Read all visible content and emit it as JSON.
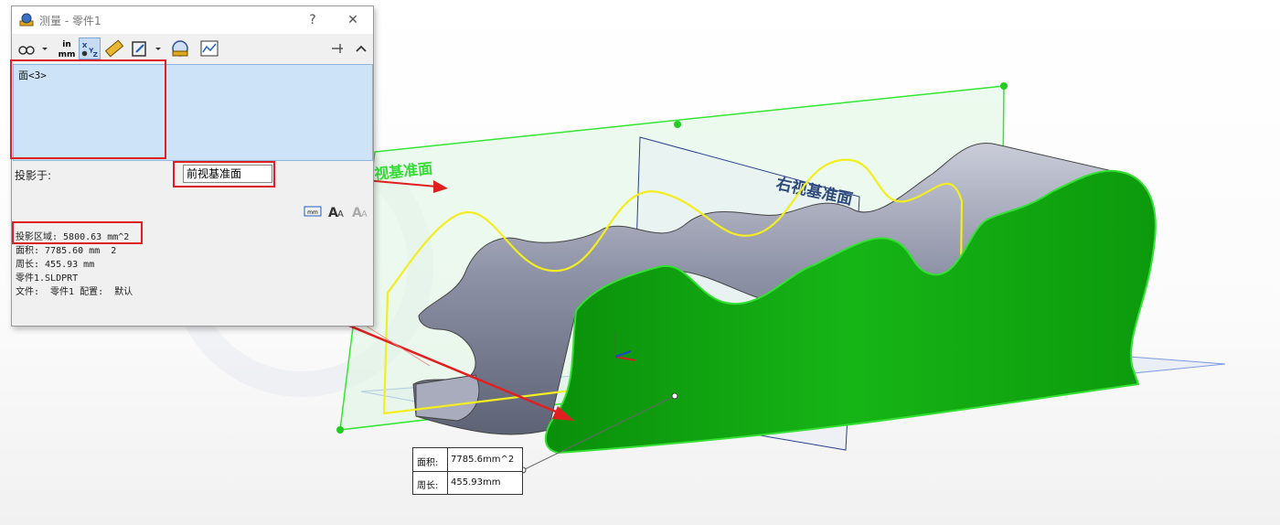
{
  "dialog": {
    "title": "测量 - 零件1",
    "help_label": "?",
    "close_label": "✕",
    "selection_item": "面<3>",
    "projection_label": "投影于:",
    "projection_value": "前视基准面",
    "info_lines": [
      "投影区域: 5800.63 mm^2",
      "面积: 7785.60 mm  2",
      "周长: 455.93 mm",
      "零件1.SLDPRT",
      "文件:  零件1 配置:  默认"
    ],
    "toolbar": [
      "arc-options-icon",
      "units-icon",
      "xyz-icon",
      "point-to-point-icon",
      "projection-icon",
      "history-icon",
      "sensor-icon",
      "pin-icon",
      "collapse-icon"
    ],
    "units_icon_text": "in mm"
  },
  "viewport": {
    "plane_front_label": "视基准面",
    "plane_right_label": "右视基准面"
  },
  "callout": {
    "area_label": "面积:",
    "area_value": "7785.6mm^2",
    "perimeter_label": "周长:",
    "perimeter_value": "455.93mm"
  },
  "colors": {
    "face_green": "#11a411",
    "plane_green": "#33e633",
    "highlight_red": "#e02020",
    "selection_blue": "#cde3f7",
    "curve_yellow": "#f2ee22",
    "body_gray": "#8c90a4"
  }
}
